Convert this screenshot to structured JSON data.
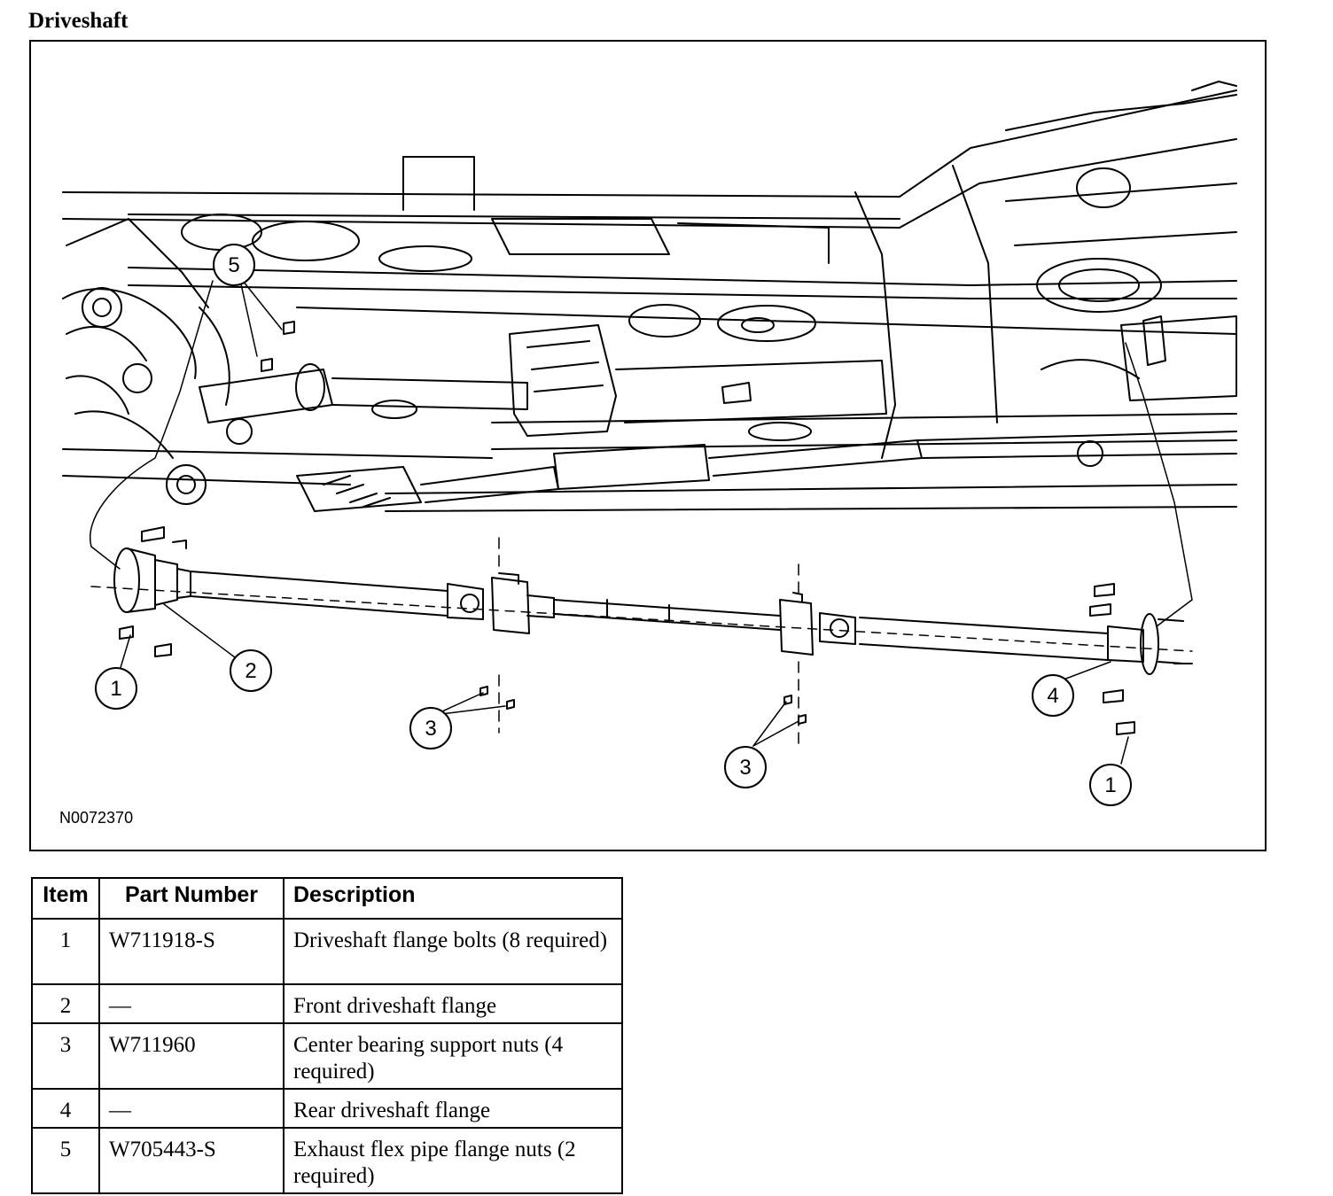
{
  "title": "Driveshaft",
  "figure": {
    "id": "N0072370",
    "callouts": [
      "5",
      "1",
      "2",
      "3",
      "3",
      "4",
      "1"
    ]
  },
  "table": {
    "headers": [
      "Item",
      "Part Number",
      "Description"
    ],
    "rows": [
      {
        "item": "1",
        "part_number": "W711918-S",
        "description": "Driveshaft flange bolts (8 required)"
      },
      {
        "item": "2",
        "part_number": "—",
        "description": "Front driveshaft flange"
      },
      {
        "item": "3",
        "part_number": "W711960",
        "description": "Center bearing support nuts (4 required)"
      },
      {
        "item": "4",
        "part_number": "—",
        "description": "Rear driveshaft flange"
      },
      {
        "item": "5",
        "part_number": "W705443-S",
        "description": "Exhaust flex pipe flange nuts (2 required)"
      }
    ]
  }
}
